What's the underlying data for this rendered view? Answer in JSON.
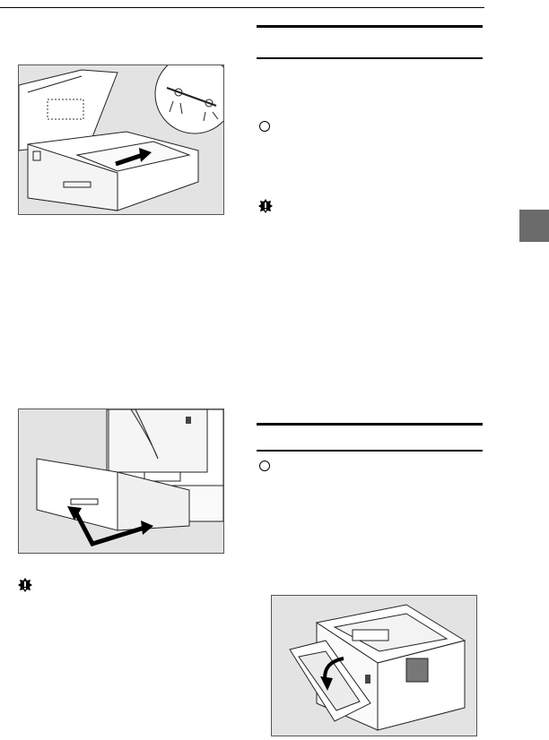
{
  "page": {
    "tab_color": "#6b6b6b",
    "figure_background": "#e3e3e3"
  },
  "left_column": {
    "figures": [
      {
        "name": "paper-tray-loading",
        "icons": [
          "arrow-icon",
          "magnifier-callout"
        ]
      },
      {
        "name": "tray-removal",
        "icons": [
          "double-arrow-icon"
        ]
      }
    ],
    "important_icon": "important-icon"
  },
  "right_column": {
    "sections": [
      {
        "name": "section-1",
        "step_marker": "circle",
        "has_important_note": true
      },
      {
        "name": "section-2",
        "step_marker": "circle"
      }
    ],
    "figure": {
      "name": "bypass-tray-opening",
      "icons": [
        "curved-arrow-icon"
      ]
    }
  }
}
